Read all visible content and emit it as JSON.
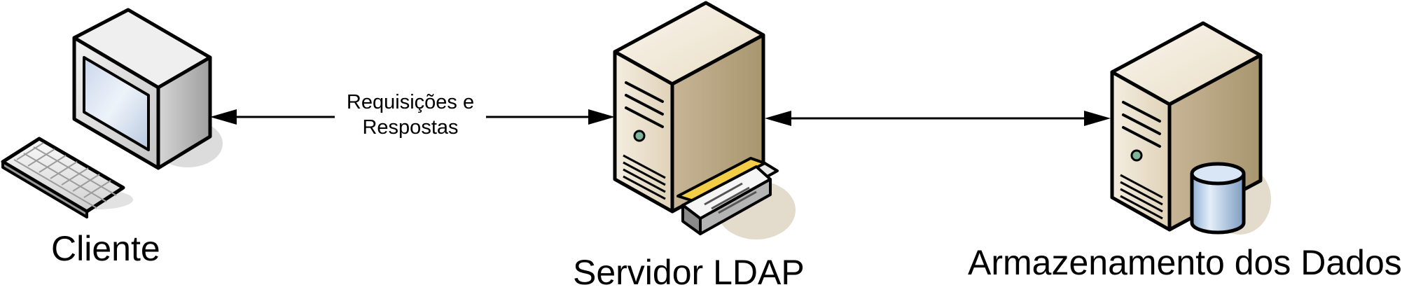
{
  "nodes": {
    "client": {
      "label": "Cliente",
      "icon": "desktop-computer-icon"
    },
    "ldap_server": {
      "label": "Servidor LDAP",
      "icon": "directory-server-icon"
    },
    "storage": {
      "label": "Armazenamento dos Dados",
      "icon": "database-server-icon"
    }
  },
  "edges": {
    "client_ldap": {
      "label_line1": "Requisições e",
      "label_line2": "Respostas",
      "direction": "bidirectional"
    },
    "ldap_storage": {
      "direction": "bidirectional"
    }
  },
  "colors": {
    "server_body": "#e9dfc9",
    "server_side": "#b9a88a",
    "monitor_gray": "#c9c9c9",
    "screen_blue": "#dce6f3",
    "database_blue": "#a8c4e0",
    "shadow": "#dddddd",
    "directory_yellow": "#f2cd45"
  }
}
